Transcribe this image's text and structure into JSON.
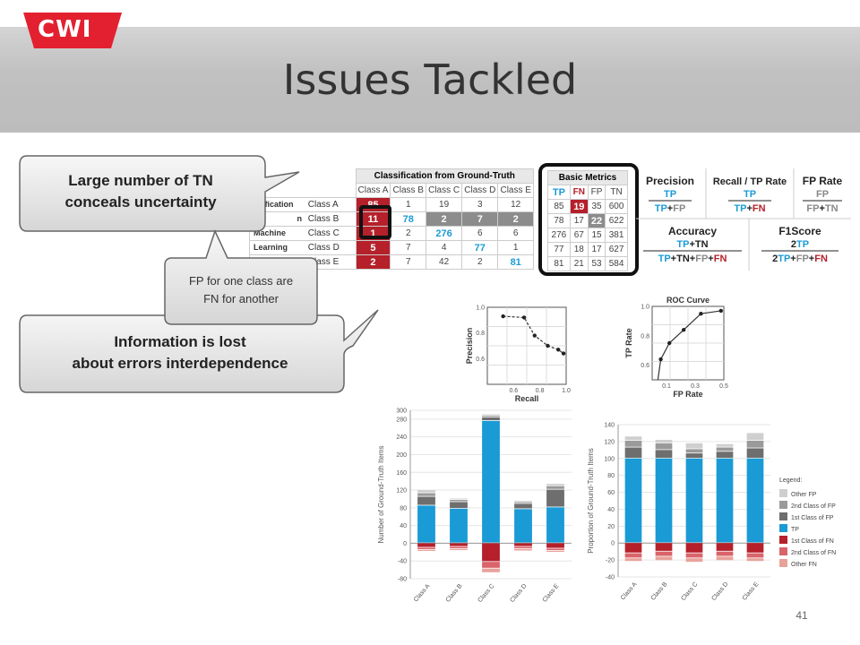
{
  "slide": {
    "title": "Issues Tackled",
    "logo_text": "CWI",
    "page_number": "41"
  },
  "callouts": {
    "tn": {
      "line1": "Large number of TN",
      "line2": "conceals uncertainty"
    },
    "errors": {
      "line1": "Information is lost",
      "line2": "about errors interdependence"
    },
    "fpfn": {
      "line1": "FP for one class are",
      "line2": "FN for another"
    }
  },
  "confusion_table": {
    "header": "Classification from Ground-Truth",
    "columns": [
      "Class A",
      "Class B",
      "Class C",
      "Class D",
      "Class E"
    ],
    "row_axis_labels": [
      "ssification",
      "n",
      "Machine",
      "Learning"
    ],
    "rows": [
      {
        "label": "Class A",
        "values": [
          "85",
          "1",
          "19",
          "3",
          "12"
        ]
      },
      {
        "label": "Class B",
        "values": [
          "11",
          "78",
          "2",
          "7",
          "2"
        ]
      },
      {
        "label": "Class C",
        "values": [
          "1",
          "2",
          "276",
          "6",
          "6"
        ]
      },
      {
        "label": "Class D",
        "values": [
          "5",
          "7",
          "4",
          "77",
          "1"
        ]
      },
      {
        "label": "Class E",
        "values": [
          "2",
          "7",
          "42",
          "2",
          "81"
        ]
      }
    ]
  },
  "basic_metrics": {
    "header": "Basic Metrics",
    "columns": [
      "TP",
      "FN",
      "FP",
      "TN"
    ],
    "rows": [
      [
        "85",
        "19",
        "35",
        "600"
      ],
      [
        "78",
        "17",
        "22",
        "622"
      ],
      [
        "276",
        "67",
        "15",
        "381"
      ],
      [
        "77",
        "18",
        "17",
        "627"
      ],
      [
        "81",
        "21",
        "53",
        "584"
      ]
    ]
  },
  "formulas": {
    "precision": {
      "name": "Precision",
      "num": "TP",
      "den": [
        "TP",
        "+",
        "FP"
      ]
    },
    "recall": {
      "name": "Recall / TP Rate",
      "num": "TP",
      "den": [
        "TP",
        "+",
        "FN"
      ]
    },
    "fprate": {
      "name": "FP Rate",
      "num": "FP",
      "den": [
        "FP",
        "+",
        "TN"
      ]
    },
    "accuracy": {
      "name": "Accuracy",
      "num": [
        "TP",
        "+",
        "TN"
      ],
      "den": [
        "TP",
        "+",
        "TN",
        "+",
        "FP",
        "+",
        "FN"
      ]
    },
    "f1": {
      "name": "F1Score",
      "num": [
        "2",
        "TP"
      ],
      "den": [
        "2",
        "TP",
        "+",
        "FP",
        "+",
        "FN"
      ]
    }
  },
  "colors": {
    "blue": "#1a9bd6",
    "dark_red": "#b5202a",
    "mid_red": "#d9646a",
    "light_red": "#e8a29a",
    "light_gray": "#cfcfcf",
    "mid_gray": "#9a9a9a",
    "dark_gray": "#6e6e6e",
    "logo_red": "#e3202f"
  },
  "chart_data": [
    {
      "type": "line",
      "xlabel": "Recall",
      "ylabel": "Precision",
      "xlim": [
        0.4,
        1.0
      ],
      "ylim": [
        0.4,
        1.0
      ],
      "xticks": [
        "0.6",
        "0.8",
        "1.0"
      ],
      "yticks": [
        "1.0",
        "0.8",
        "0.6"
      ],
      "x": [
        0.52,
        0.68,
        0.76,
        0.86,
        0.94,
        0.98
      ],
      "y": [
        0.93,
        0.92,
        0.78,
        0.7,
        0.67,
        0.64
      ]
    },
    {
      "type": "line",
      "title": "ROC Curve",
      "xlabel": "FP Rate",
      "ylabel": "TP Rate",
      "xlim": [
        0.0,
        0.5
      ],
      "ylim": [
        0.5,
        1.0
      ],
      "xticks": [
        "0.1",
        "0.3",
        "0.5"
      ],
      "yticks": [
        "1.0",
        "0.8",
        "0.6"
      ],
      "x": [
        0.04,
        0.06,
        0.12,
        0.22,
        0.34,
        0.48
      ],
      "y": [
        0.5,
        0.64,
        0.75,
        0.84,
        0.95,
        0.97
      ]
    },
    {
      "type": "bar",
      "ylabel": "Number of Ground-Truth Items",
      "ylim": [
        -80,
        300
      ],
      "yticks": [
        -80,
        -40,
        0,
        40,
        80,
        120,
        160,
        200,
        240,
        280,
        300
      ],
      "categories": [
        "Class A",
        "Class B",
        "Class C",
        "Class D",
        "Class E"
      ],
      "series": [
        {
          "values": [
            85,
            78,
            276,
            77,
            81
          ]
        },
        {
          "values": [
            20,
            15,
            8,
            12,
            40
          ]
        },
        {
          "values": [
            8,
            5,
            4,
            4,
            8
          ]
        },
        {
          "values": [
            7,
            3,
            3,
            3,
            5
          ]
        },
        {
          "values": [
            -10,
            -8,
            -42,
            -8,
            -12
          ]
        },
        {
          "values": [
            -5,
            -5,
            -15,
            -5,
            -5
          ]
        },
        {
          "values": [
            -4,
            -4,
            -10,
            -5,
            -4
          ]
        }
      ]
    },
    {
      "type": "bar",
      "ylabel": "Proportion of Ground-Truth Items",
      "ylim": [
        -40,
        140
      ],
      "yticks": [
        -40,
        -20,
        0,
        20,
        40,
        60,
        80,
        100,
        120,
        140
      ],
      "categories": [
        "Class A",
        "Class B",
        "Class C",
        "Class D",
        "Class E"
      ],
      "legend_title": "Legend:",
      "series": [
        {
          "name": "TP",
          "values": [
            100,
            100,
            100,
            100,
            100
          ]
        },
        {
          "name": "1st Class of FP",
          "values": [
            13,
            10,
            6,
            8,
            12
          ]
        },
        {
          "name": "2nd Class of FP",
          "values": [
            8,
            8,
            5,
            5,
            9
          ]
        },
        {
          "name": "Other FP",
          "values": [
            5,
            4,
            7,
            4,
            9
          ]
        },
        {
          "name": "1st Class of FN",
          "values": [
            -12,
            -10,
            -12,
            -10,
            -12
          ]
        },
        {
          "name": "2nd Class of FN",
          "values": [
            -6,
            -6,
            -6,
            -6,
            -6
          ]
        },
        {
          "name": "Other FN",
          "values": [
            -4,
            -5,
            -5,
            -5,
            -4
          ]
        }
      ]
    }
  ]
}
